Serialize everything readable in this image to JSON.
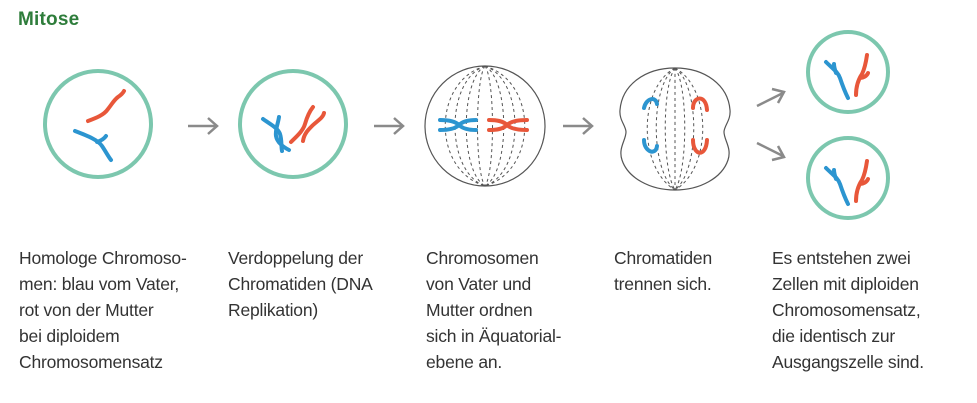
{
  "title": "Mitose",
  "colors": {
    "title": "#2e7d3b",
    "cell_membrane": "#7cc7ae",
    "paternal": "#2c95d0",
    "maternal": "#e8573a",
    "arrow": "#8a8a8a",
    "spindle": "#555555"
  },
  "captions": [
    {
      "text": "Homologe Chromoso-\nmen: blau vom Vater,\nrot von der Mutter\nbei diploidem\nChromosomensatz"
    },
    {
      "text": "Verdoppelung der\nChromatiden (DNA\nReplikation)"
    },
    {
      "text": "Chromosomen\nvon Vater und\nMutter ordnen\nsich in Äquatorial-\nebene an."
    },
    {
      "text": "Chromatiden\ntrennen sich."
    },
    {
      "text": "Es entstehen zwei\nZellen mit diploiden\nChromosomensatz,\ndie identisch zur\nAusgangszelle sind."
    }
  ]
}
